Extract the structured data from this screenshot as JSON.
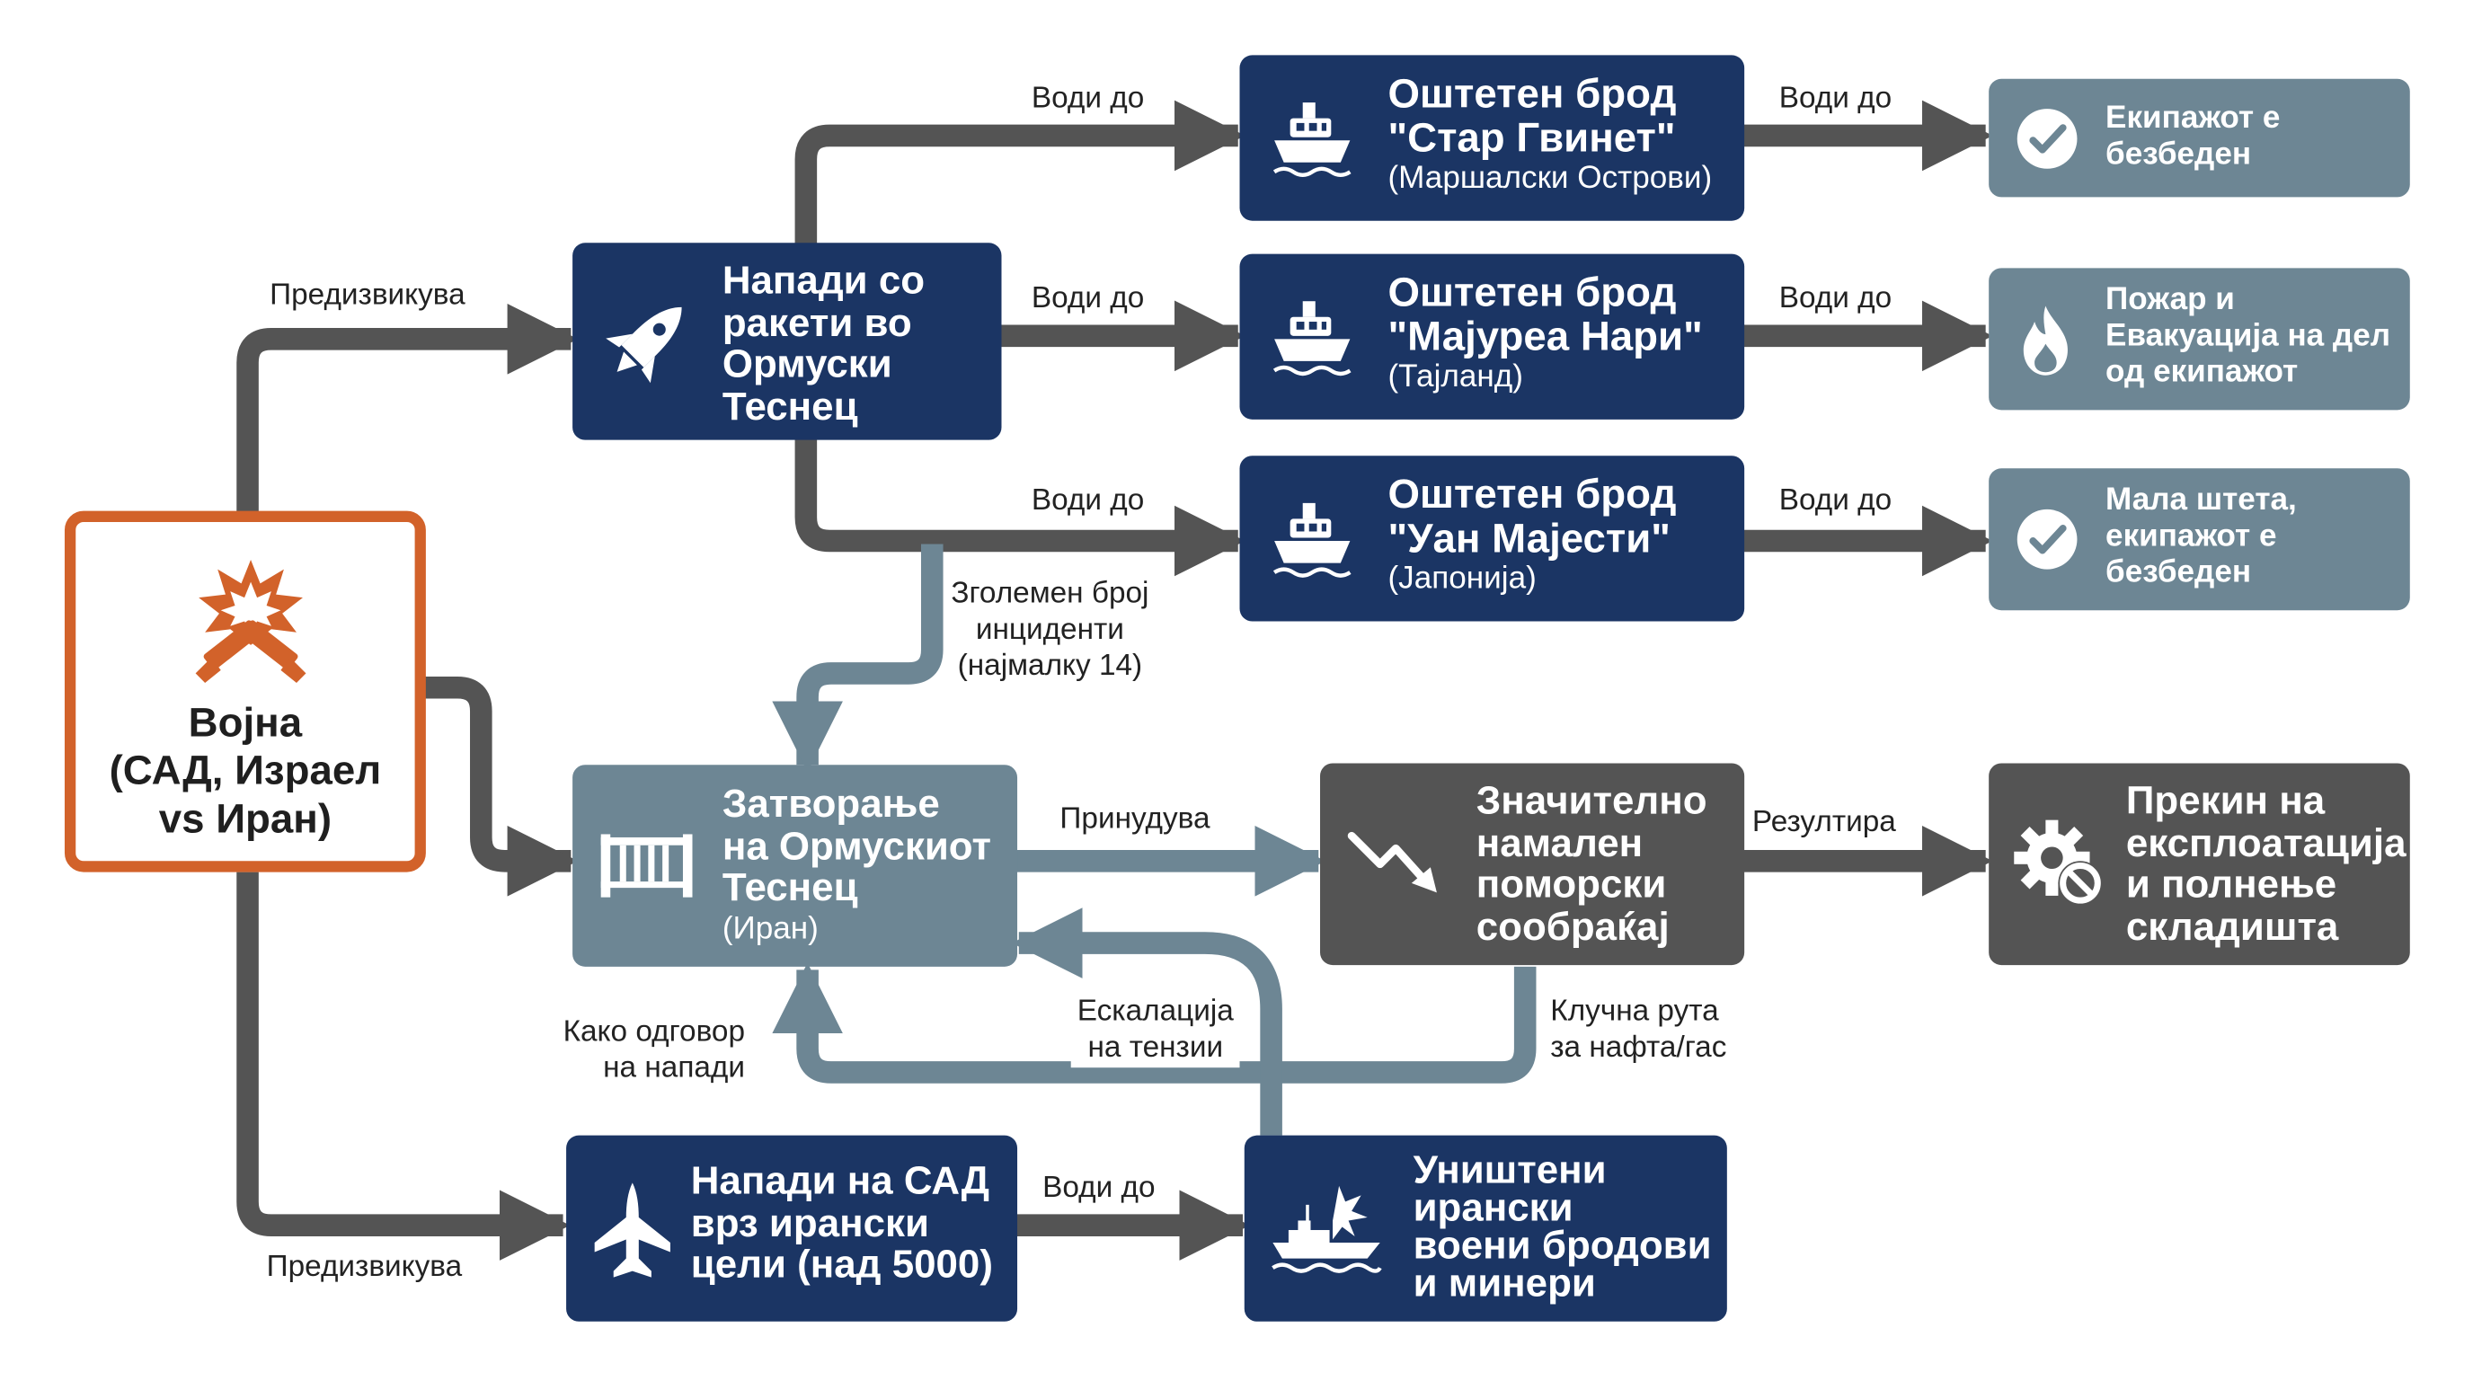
{
  "nodes": {
    "origin": {
      "lines": [
        "Војна",
        "(САД, Израел",
        "vs Иран)"
      ],
      "icon": "explosion-missiles-icon"
    },
    "missiles": {
      "lines": [
        "Напади со",
        "ракети во",
        "Ормуски",
        "Теснец"
      ],
      "icon": "rocket-icon"
    },
    "ship1": {
      "title_lines": [
        "Оштетен брод",
        "\"Стар Гвинет\""
      ],
      "sub": "(Маршалски Острови)",
      "icon": "ship-icon"
    },
    "ship2": {
      "title_lines": [
        "Оштетен брод",
        "\"Мајуреа Нари\""
      ],
      "sub": "(Тајланд)",
      "icon": "ship-icon"
    },
    "ship3": {
      "title_lines": [
        "Оштетен брод",
        "\"Уан Мајести\""
      ],
      "sub": "(Јапонија)",
      "icon": "ship-icon"
    },
    "out1": {
      "lines": [
        "Екипажот е",
        "безбеден"
      ],
      "icon": "check-circle-icon"
    },
    "out2": {
      "lines": [
        "Пожар и",
        "Евакуација на дел",
        "од екипажот"
      ],
      "icon": "fire-icon"
    },
    "out3": {
      "lines": [
        "Мала штета,",
        "екипажот е",
        "безбеден"
      ],
      "icon": "check-circle-icon"
    },
    "closure": {
      "title_lines": [
        "Затворање",
        "на Ормускиот",
        "Теснец"
      ],
      "sub": "(Иран)",
      "icon": "barrier-gate-icon"
    },
    "traffic": {
      "lines": [
        "Значително",
        "намален",
        "поморски",
        "сообраќај"
      ],
      "icon": "trend-down-icon"
    },
    "halt": {
      "lines": [
        "Прекин на",
        "експлоатација",
        "и полнење",
        "складишта"
      ],
      "icon": "gear-cancel-icon"
    },
    "usattacks": {
      "lines": [
        "Напади на САД",
        "врз ирански",
        "цели (над 5000)"
      ],
      "icon": "fighter-jet-icon"
    },
    "destroyed": {
      "lines": [
        "Уништени",
        "ирански",
        "воени бродови",
        "и минери"
      ],
      "icon": "sinking-warship-icon"
    }
  },
  "edge_labels": {
    "provokes_top": "Предизвикува",
    "provokes_bottom": "Предизвикува",
    "leads_1": "Води до",
    "leads_2": "Води до",
    "leads_3": "Води до",
    "leads_4": "Води до",
    "leads_5": "Води до",
    "leads_6": "Води до",
    "leads_7": "Води до",
    "increased": [
      "Зголемен број",
      "инциденти",
      "(најмалку 14)"
    ],
    "forces": "Принудува",
    "results": "Резултира",
    "key_route": [
      "Клучна рута",
      "за нафта/гас"
    ],
    "response": [
      "Како одговор",
      "на напади"
    ],
    "escalation": [
      "Ескалација",
      "на тензии"
    ]
  },
  "colors": {
    "navy": "#1b3564",
    "slate": "#6d8694",
    "dark": "#545454",
    "orange": "#d2622a",
    "arrow_dark": "#545454",
    "arrow_slate": "#6d8694"
  }
}
